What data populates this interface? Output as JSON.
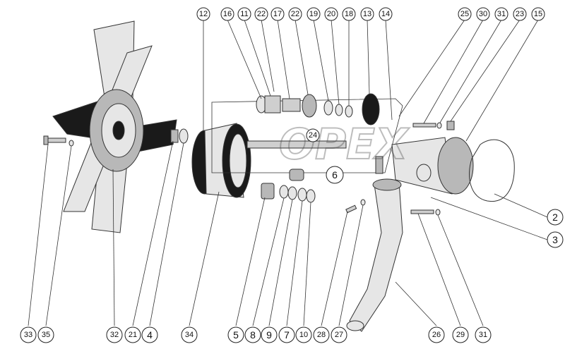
{
  "watermark": "OPEX",
  "callouts": [
    {
      "id": "c12",
      "label": "12"
    },
    {
      "id": "c16",
      "label": "16"
    },
    {
      "id": "c11",
      "label": "11"
    },
    {
      "id": "c22a",
      "label": "22"
    },
    {
      "id": "c17",
      "label": "17"
    },
    {
      "id": "c22b",
      "label": "22"
    },
    {
      "id": "c19",
      "label": "19"
    },
    {
      "id": "c20",
      "label": "20"
    },
    {
      "id": "c18",
      "label": "18"
    },
    {
      "id": "c13",
      "label": "13"
    },
    {
      "id": "c14",
      "label": "14"
    },
    {
      "id": "c25",
      "label": "25"
    },
    {
      "id": "c30",
      "label": "30"
    },
    {
      "id": "c31a",
      "label": "31"
    },
    {
      "id": "c23",
      "label": "23"
    },
    {
      "id": "c15",
      "label": "15"
    },
    {
      "id": "c24",
      "label": "24"
    },
    {
      "id": "c6",
      "label": "6"
    },
    {
      "id": "c2",
      "label": "2"
    },
    {
      "id": "c3",
      "label": "3"
    },
    {
      "id": "c33",
      "label": "33"
    },
    {
      "id": "c35",
      "label": "35"
    },
    {
      "id": "c32",
      "label": "32"
    },
    {
      "id": "c21",
      "label": "21"
    },
    {
      "id": "c4",
      "label": "4"
    },
    {
      "id": "c34",
      "label": "34"
    },
    {
      "id": "c5",
      "label": "5"
    },
    {
      "id": "c8",
      "label": "8"
    },
    {
      "id": "c9",
      "label": "9"
    },
    {
      "id": "c7",
      "label": "7"
    },
    {
      "id": "c10",
      "label": "10"
    },
    {
      "id": "c28",
      "label": "28"
    },
    {
      "id": "c27",
      "label": "27"
    },
    {
      "id": "c26",
      "label": "26"
    },
    {
      "id": "c29",
      "label": "29"
    },
    {
      "id": "c31b",
      "label": "31"
    }
  ]
}
